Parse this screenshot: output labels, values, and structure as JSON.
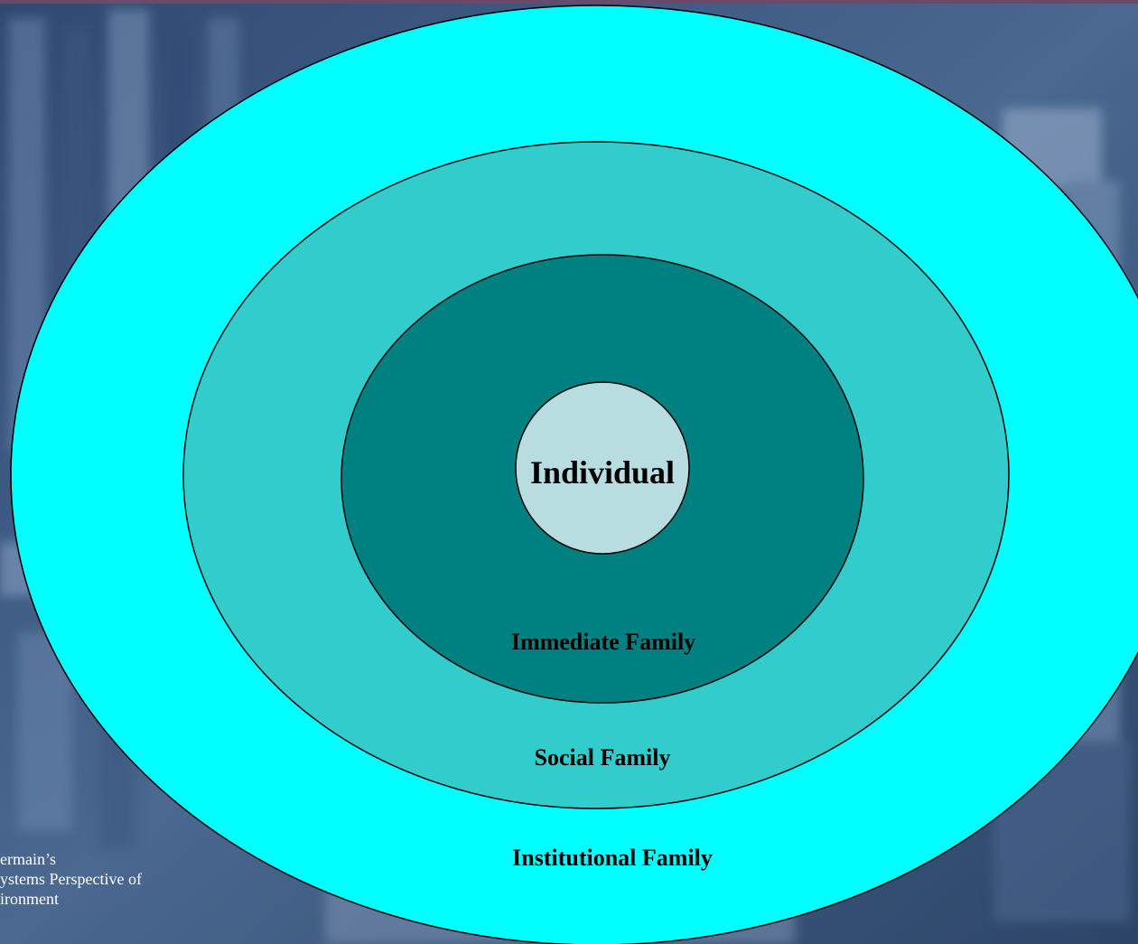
{
  "diagram": {
    "layers": [
      {
        "id": "institutional",
        "label": "Institutional Family",
        "color": "#00ffff"
      },
      {
        "id": "social",
        "label": "Social Family",
        "color": "#33cccc"
      },
      {
        "id": "immediate",
        "label": "Immediate Family",
        "color": "#008080"
      },
      {
        "id": "individual",
        "label": "Individual",
        "color": "#b8dde0"
      }
    ]
  },
  "caption": {
    "line1": "ermain’s",
    "line2": "ystems Perspective of",
    "line3": "ironment"
  },
  "colors": {
    "background": "#3f5a82",
    "outline": "#000000"
  }
}
